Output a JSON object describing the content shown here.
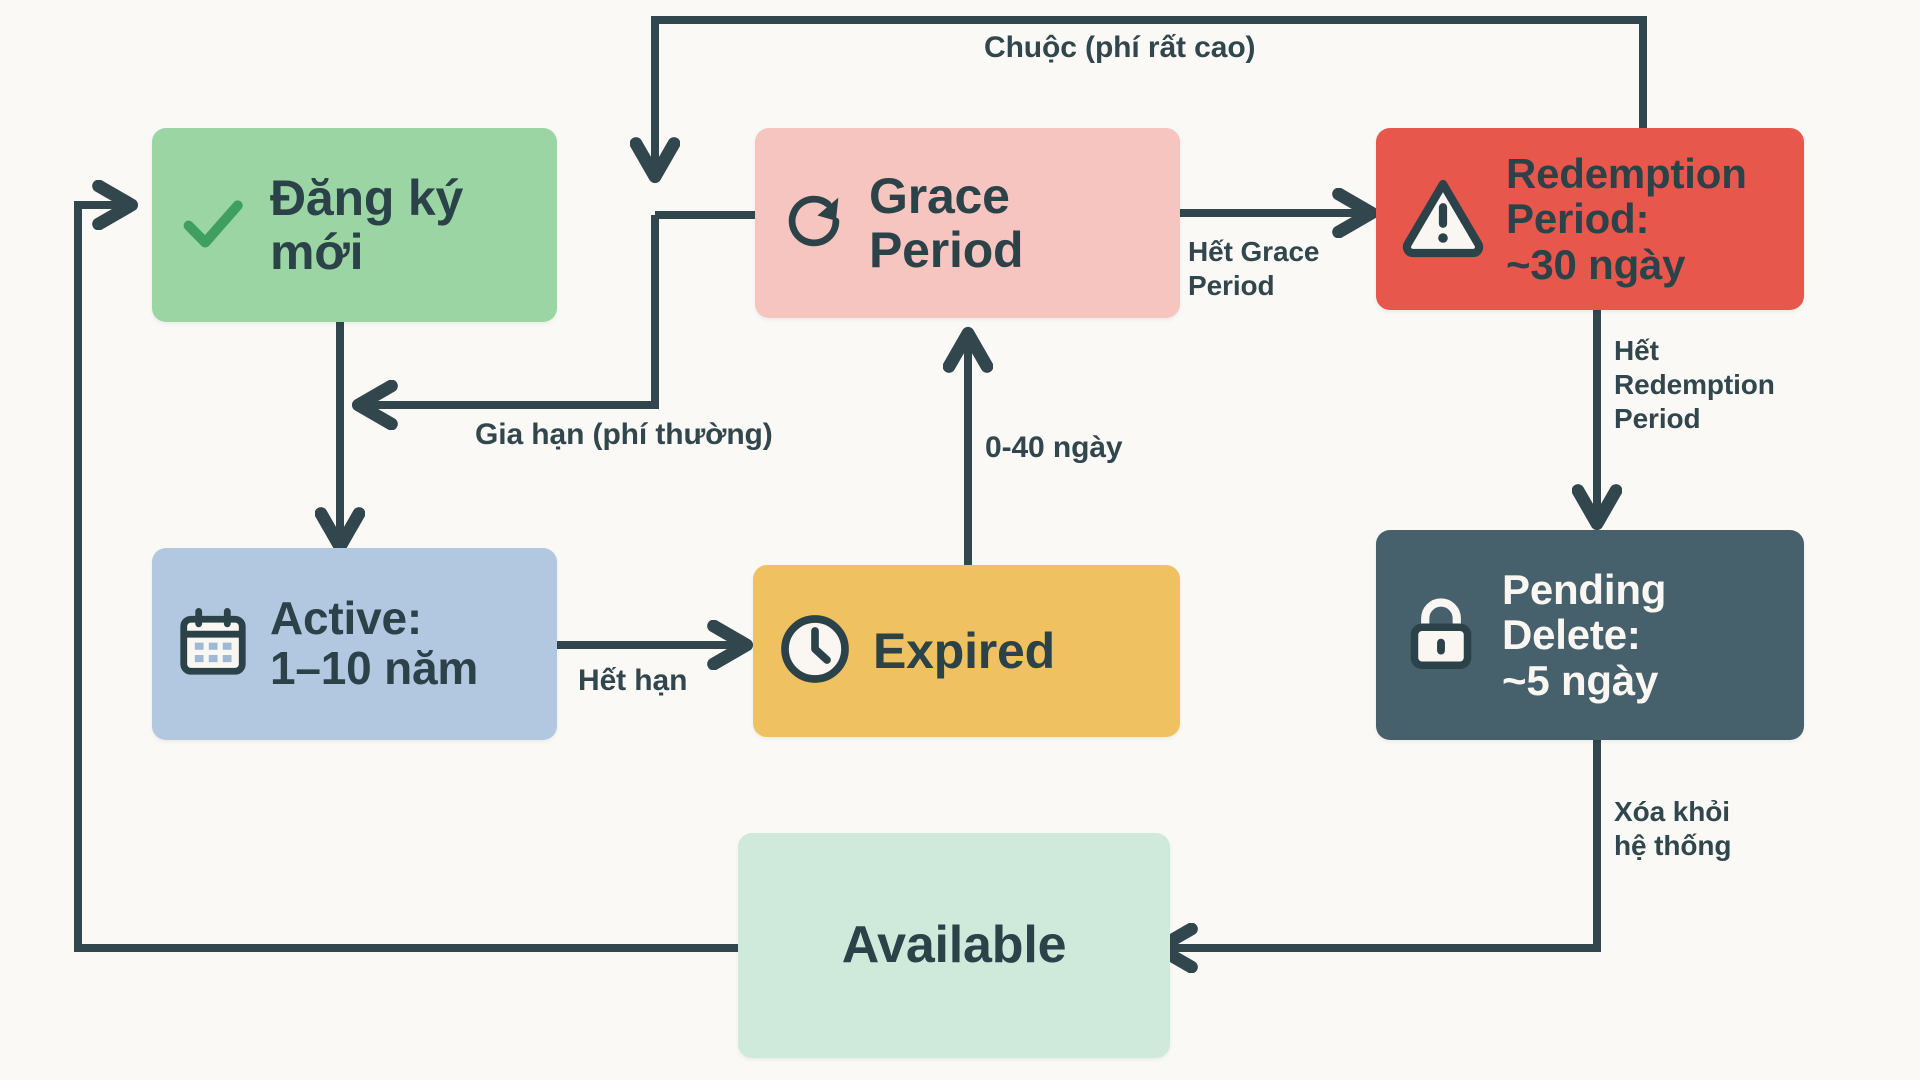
{
  "diagram": {
    "title": "Domain lifecycle state flow",
    "background": "#faf9f6",
    "line_color": "#31474d"
  },
  "nodes": [
    {
      "id": "dangky",
      "label": "Đăng ký\nmới",
      "icon": "check-icon",
      "color": "#9ad5a3",
      "text_color": "#2c4249"
    },
    {
      "id": "grace",
      "label": "Grace\nPeriod",
      "icon": "refresh-icon",
      "color": "#f6c5bf",
      "text_color": "#2c4249"
    },
    {
      "id": "redemption",
      "label": "Redemption\nPeriod:\n~30 ngày",
      "icon": "warning-triangle-icon",
      "color": "#e8574c",
      "text_color": "#2c4249"
    },
    {
      "id": "active",
      "label": "Active:\n1–10 năm",
      "icon": "calendar-icon",
      "color": "#b2c8e0",
      "text_color": "#2c4249"
    },
    {
      "id": "expired",
      "label": "Expired",
      "icon": "clock-icon",
      "color": "#f0c160",
      "text_color": "#2c4249"
    },
    {
      "id": "pending",
      "label": "Pending\nDelete:\n~5 ngày",
      "icon": "lock-icon",
      "color": "#46616b",
      "text_color": "#faf7f2"
    },
    {
      "id": "available",
      "label": "Available",
      "icon": "none",
      "color": "#cfeadb",
      "text_color": "#2c4249"
    }
  ],
  "edge_labels": [
    {
      "id": "chuoc",
      "text": "Chuộc (phí rất cao)"
    },
    {
      "id": "gia_han",
      "text": "Gia hạn (phí thường)"
    },
    {
      "id": "het_grace",
      "text": "Hết Grace\nPeriod"
    },
    {
      "id": "het_redem",
      "text": "Hết\nRedemption\nPeriod"
    },
    {
      "id": "ngay_0_40",
      "text": "0-40 ngày"
    },
    {
      "id": "het_han",
      "text": "Hết hạn"
    },
    {
      "id": "xoa_khoi",
      "text": "Xóa khỏi\nhệ thống"
    }
  ]
}
